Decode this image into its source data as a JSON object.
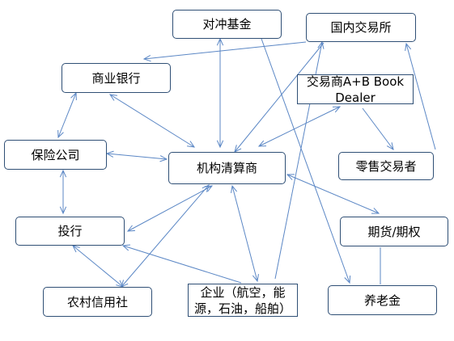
{
  "diagram": {
    "line_color": "#5b87c5",
    "node_border_color": "#2f4f75",
    "nodes": {
      "hedge_fund": "对冲基金",
      "domestic_exchange": "国内交易所",
      "commercial_bank": "商业银行",
      "dealer": "交易商A+B Book Dealer",
      "insurance": "保险公司",
      "clearing_broker": "机构清算商",
      "retail_trader": "零售交易者",
      "investment_bank": "投行",
      "futures_options": "期货/期权",
      "rural_credit": "农村信用社",
      "corporate": "企业（航空，能源，石油，船舶）",
      "pension": "养老金"
    },
    "edges": [
      {
        "from": "domestic_exchange",
        "to": "commercial_bank",
        "arrows": "one-way"
      },
      {
        "from": "domestic_exchange",
        "to": "clearing_broker",
        "arrows": "one-way"
      },
      {
        "from": "hedge_fund",
        "to": "clearing_broker",
        "arrows": "both"
      },
      {
        "from": "hedge_fund",
        "to": "pension",
        "arrows": "one-way"
      },
      {
        "from": "commercial_bank",
        "to": "insurance",
        "arrows": "both"
      },
      {
        "from": "commercial_bank",
        "to": "clearing_broker",
        "arrows": "both"
      },
      {
        "from": "insurance",
        "to": "clearing_broker",
        "arrows": "both"
      },
      {
        "from": "insurance",
        "to": "investment_bank",
        "arrows": "both"
      },
      {
        "from": "dealer",
        "to": "clearing_broker",
        "arrows": "both"
      },
      {
        "from": "dealer",
        "to": "retail_trader",
        "arrows": "one-way"
      },
      {
        "from": "retail_trader",
        "to": "domestic_exchange",
        "arrows": "one-way"
      },
      {
        "from": "clearing_broker",
        "to": "investment_bank",
        "arrows": "both"
      },
      {
        "from": "clearing_broker",
        "to": "rural_credit",
        "arrows": "both"
      },
      {
        "from": "clearing_broker",
        "to": "corporate",
        "arrows": "both"
      },
      {
        "from": "clearing_broker",
        "to": "futures_options",
        "arrows": "both"
      },
      {
        "from": "investment_bank",
        "to": "rural_credit",
        "arrows": "both"
      },
      {
        "from": "corporate",
        "to": "investment_bank",
        "arrows": "one-way"
      },
      {
        "from": "corporate",
        "to": "domestic_exchange",
        "arrows": "one-way"
      },
      {
        "from": "pension",
        "to": "futures_options",
        "arrows": "none"
      }
    ]
  }
}
